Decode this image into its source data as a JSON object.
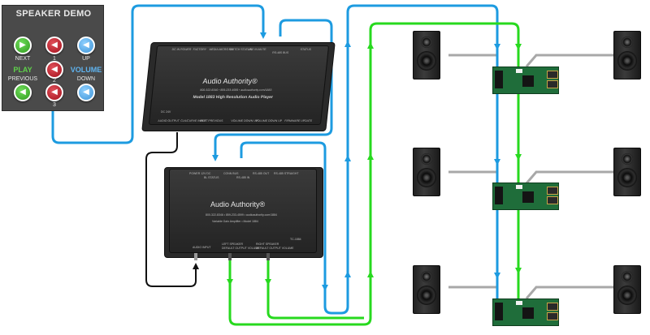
{
  "panel": {
    "title": "SPEAKER DEMO",
    "next": "NEXT",
    "play": "PLAY",
    "previous": "PREVIOUS",
    "up": "UP",
    "volume": "VOLUME",
    "down": "DOWN",
    "num1": "1",
    "num2": "2",
    "num3": "3"
  },
  "player": {
    "brand": "Audio Authority",
    "registered": "®",
    "web": "800-322-8346 • 859-233-4599 • audioauthority.com/1883",
    "model": "Model 1883 High Resolution Audio Player",
    "port_labels": [
      "DC IN POWER",
      "FACTORY",
      "MEDIA MICRO SD",
      "SWITCH STATUS",
      "LINE IN",
      "MUTE"
    ],
    "rs_label": "RS-485 BUS",
    "status_label": "STATUS",
    "bottom_labels": [
      "AUDIO OUTPUT",
      "CLK/CURVE INPUT",
      "NEXT",
      "PREVIOUS",
      "VOLUME DOWN UP",
      "VOLUME DOWN UP",
      "FIRMWARE UPDATE"
    ],
    "side_label": "DC 24V"
  },
  "amplifier": {
    "brand": "Audio Authority",
    "registered": "®",
    "web": "800-322-8346 • 859-233-4599 • audioauthority.com/1884",
    "model": "Variable Gain Amplifier • Model 1884",
    "top_labels": [
      "POWER 12V DC",
      "BL STATUS",
      "CONN BUS",
      "RS-485 IN",
      "RS-485 OUT",
      "RS-485 STRAIGHT"
    ],
    "bottom_labels": [
      "AUDIO INPUT",
      "LEFT SPEAKER",
      "RIGHT SPEAKER"
    ],
    "sub_labels": [
      "DEFAULT OUTPUT VOLUME",
      "DEFAULT OUTPUT VOLUME"
    ],
    "serial": "TC-1884"
  },
  "colors": {
    "blue_wire": "#1d9be0",
    "green_wire": "#27d91e",
    "black_wire": "#111111",
    "gray_wire": "#a8a8a8",
    "panel_bg": "#4a4a4a"
  }
}
